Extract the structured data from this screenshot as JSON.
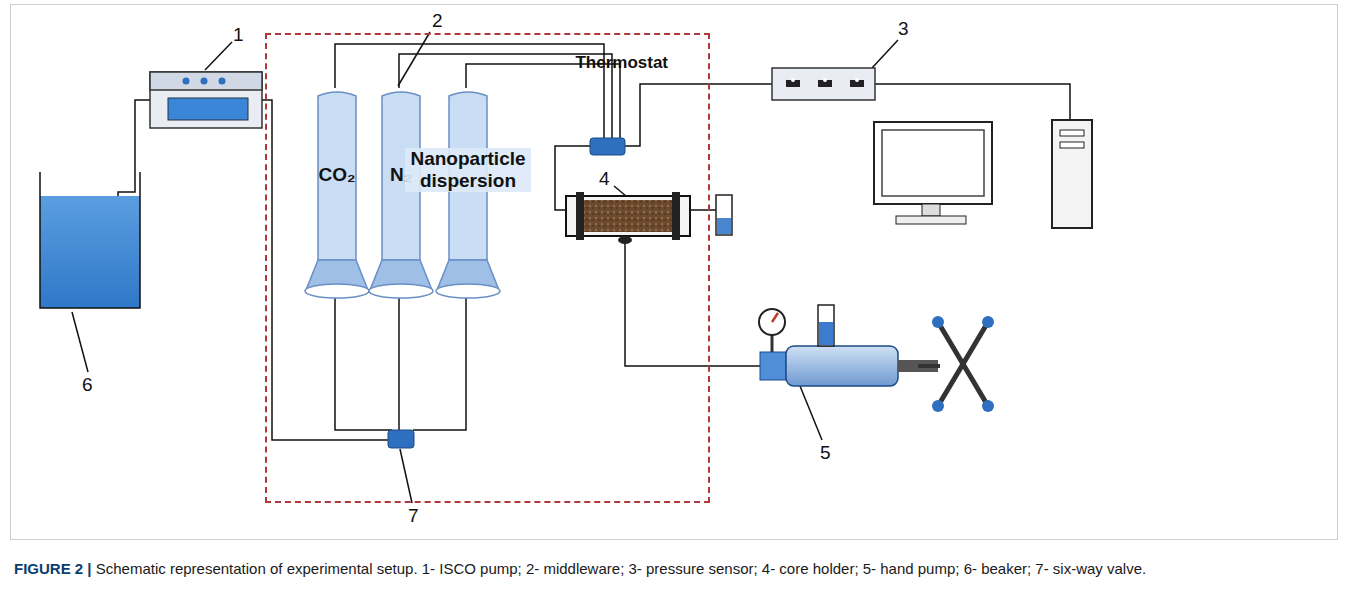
{
  "diagram": {
    "caption": "FIGURE 2 | Schematic representation of experimental setup. 1- ISCO pump; 2- middleware; 3- pressure sensor; 4- core holder; 5- hand pump; 6- beaker; 7- six-way valve.",
    "nodes": [
      {
        "text": [
          "Thermostat"
        ]
      },
      {
        "text": [
          "CO₂"
        ],
        "in": 0
      },
      {
        "text": [
          "N₂"
        ],
        "in": 0
      },
      {
        "text": [
          "Nanoparticle dispersion"
        ],
        "in": 0
      }
    ],
    "labels": [
      "1",
      "2",
      "3",
      "4",
      "5",
      "6",
      "7"
    ]
  }
}
